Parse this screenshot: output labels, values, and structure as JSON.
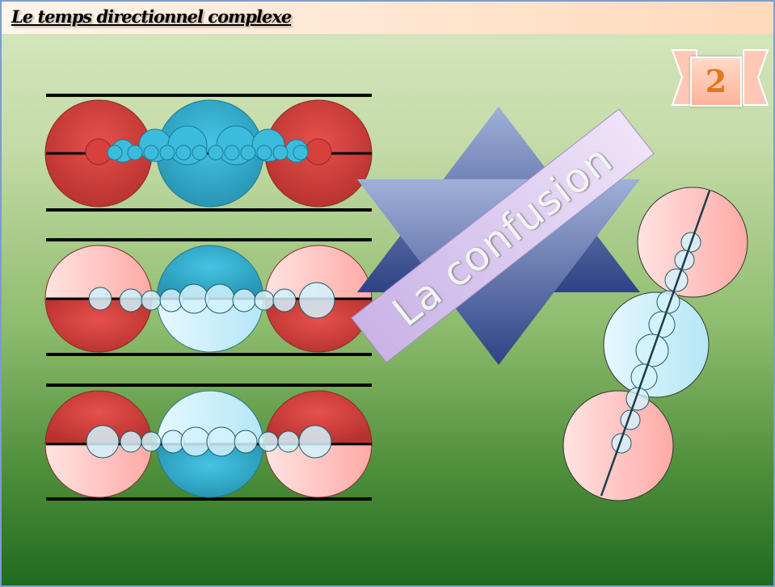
{
  "header": {
    "title": "Le temps directionnel complexe"
  },
  "badge": {
    "number": "2"
  },
  "banner": {
    "text": "La confusion"
  },
  "colors": {
    "red": "#d9413e",
    "pink": "#ffc3c0",
    "blue": "#35b4d4",
    "light_blue": "#cdeefa",
    "star": "#3b4f93",
    "banner": "#d9c6ee"
  }
}
